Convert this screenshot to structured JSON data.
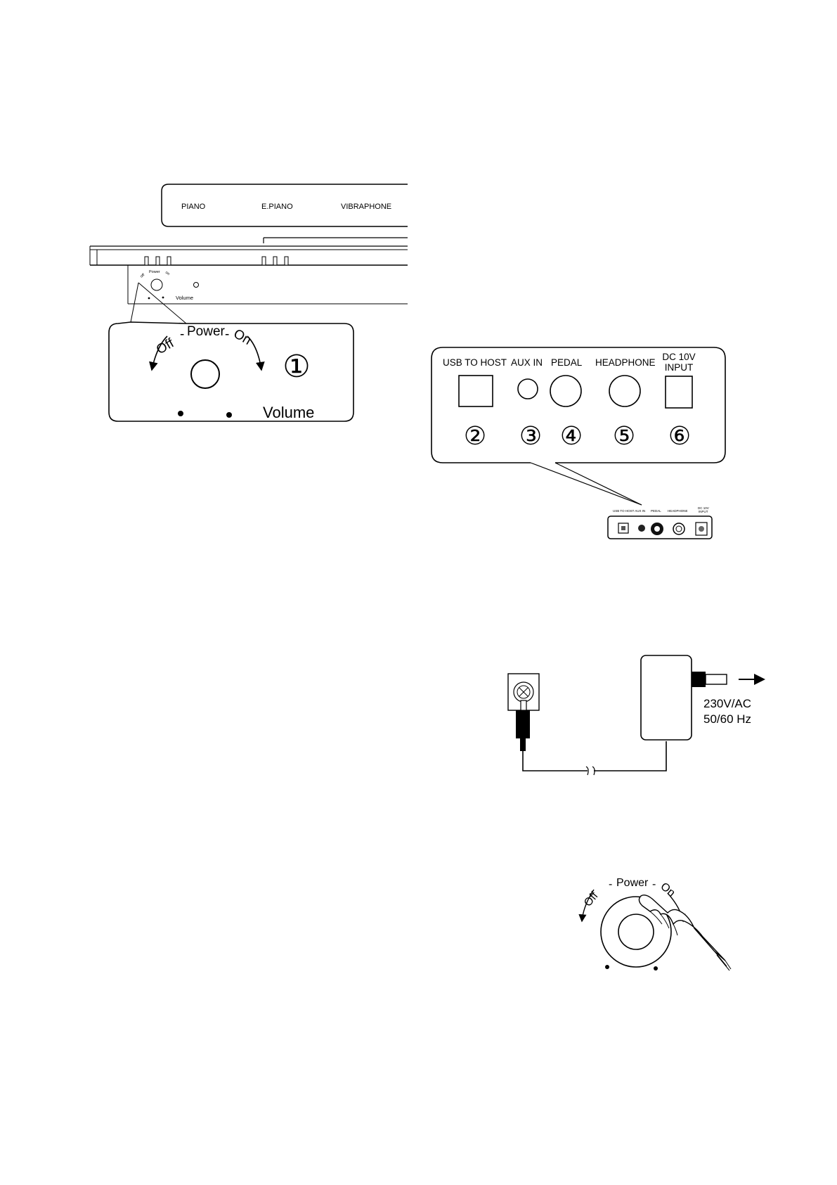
{
  "keyboard_panel": {
    "voices": [
      "PIANO",
      "E.PIANO",
      "VIBRAPHONE"
    ],
    "mini_off": "off",
    "mini_power": "Power",
    "mini_on": "on",
    "mini_volume": "Volume"
  },
  "power_callout": {
    "off": "Off",
    "power": "Power",
    "on": "On",
    "volume": "Volume",
    "number": "①"
  },
  "rear_panel": {
    "jacks": [
      {
        "label": "USB TO HOST",
        "number": "②"
      },
      {
        "label": "AUX IN",
        "number": "③"
      },
      {
        "label": "PEDAL",
        "number": "④"
      },
      {
        "label": "HEADPHONE",
        "number": "⑤"
      },
      {
        "label_line1": "DC 10V",
        "label_line2": "INPUT",
        "number": "⑥"
      }
    ],
    "mini_labels": {
      "usb_aux": "USB TO HOST AUX IN",
      "pedal": "PEDAL",
      "headphone": "HEADPHONE",
      "dc_line1": "DC 10V",
      "dc_line2": "INPUT"
    }
  },
  "adapter": {
    "voltage": "230V/AC",
    "frequency": "50/60 Hz"
  },
  "power_knob": {
    "off": "Off",
    "power": "Power",
    "on": "On"
  }
}
